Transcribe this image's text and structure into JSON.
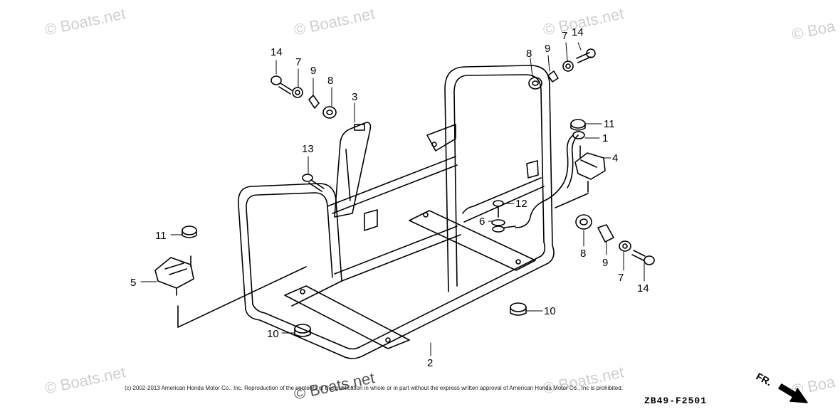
{
  "watermark": "© Boats.net",
  "watermark_partial": "© Boa",
  "watermark_big": "© Boats.net",
  "copyright": "(c) 2002-2013 American Honda Motor Co., Inc. Reproduction of the contents of this publication in whole or in part without the express written approval of American Honda Motor Co., Inc is prohibited.",
  "diagram_code": "ZB49-F2501",
  "direction_label": "FR.",
  "callouts": {
    "n1": "1",
    "n2": "2",
    "n3": "3",
    "n4": "4",
    "n5": "5",
    "n6": "6",
    "n7a": "7",
    "n7b": "7",
    "n7c": "7",
    "n8a": "8",
    "n8b": "8",
    "n8c": "8",
    "n9a": "9",
    "n9b": "9",
    "n9c": "9",
    "n10a": "10",
    "n10b": "10",
    "n11a": "11",
    "n11b": "11",
    "n12": "12",
    "n13": "13",
    "n14a": "14",
    "n14b": "14",
    "n14c": "14"
  }
}
